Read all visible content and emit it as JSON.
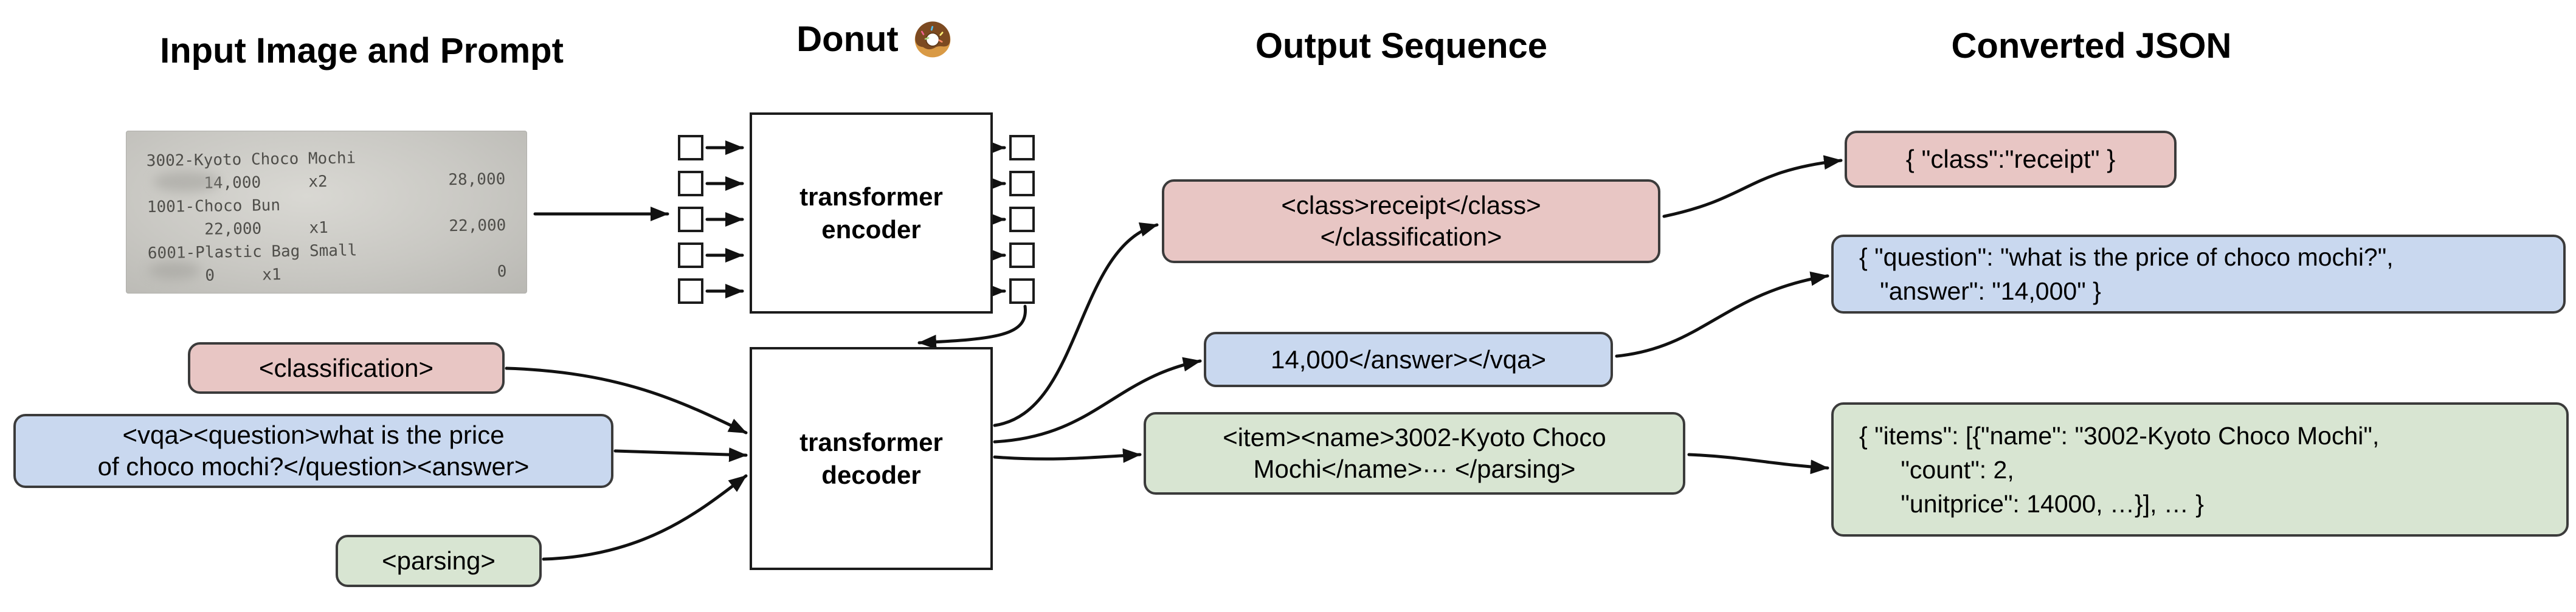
{
  "headers": {
    "input": "Input Image and Prompt",
    "model": "Donut",
    "output": "Output Sequence",
    "json": "Converted JSON"
  },
  "receipt": {
    "lines": [
      {
        "left": "3002-Kyoto Choco Mochi",
        "right": ""
      },
      {
        "left": "      14,000     x2",
        "right": "28,000"
      },
      {
        "left": "1001-Choco Bun",
        "right": ""
      },
      {
        "left": "      22,000     x1",
        "right": "22,000"
      },
      {
        "left": "6001-Plastic Bag Small",
        "right": ""
      },
      {
        "left": "      0     x1",
        "right": "0"
      }
    ]
  },
  "model": {
    "encoder_label_1": "transformer",
    "encoder_label_2": "encoder",
    "decoder_label_1": "transformer",
    "decoder_label_2": "decoder"
  },
  "prompts": {
    "classification": "<classification>",
    "vqa_line1": "<vqa><question>what is the price",
    "vqa_line2": "of choco mochi?</question><answer>",
    "parsing": "<parsing>"
  },
  "outputs": {
    "classification_line1": "<class>receipt</class>",
    "classification_line2": "</classification>",
    "vqa": "14,000</answer></vqa>",
    "parsing_line1": "<item><name>3002-Kyoto Choco",
    "parsing_line2": "Mochi</name>··· </parsing>"
  },
  "converted": {
    "classification": "{ \"class\":\"receipt\" }",
    "vqa_line1": "{ \"question\": \"what is the price of choco mochi?\",",
    "vqa_line2": "   \"answer\": \"14,000\" }",
    "parsing_line1": "{ \"items\": [{\"name\": \"3002-Kyoto Choco Mochi\",",
    "parsing_line2": "      \"count\": 2,",
    "parsing_line3": "      \"unitprice\": 14000, …}], … }"
  },
  "colors": {
    "classification_fill": "#e8c6c4",
    "vqa_fill": "#c9d8ef",
    "parsing_fill": "#d8e5d2",
    "box_border": "#3b3b3b",
    "arrow": "#111111"
  }
}
